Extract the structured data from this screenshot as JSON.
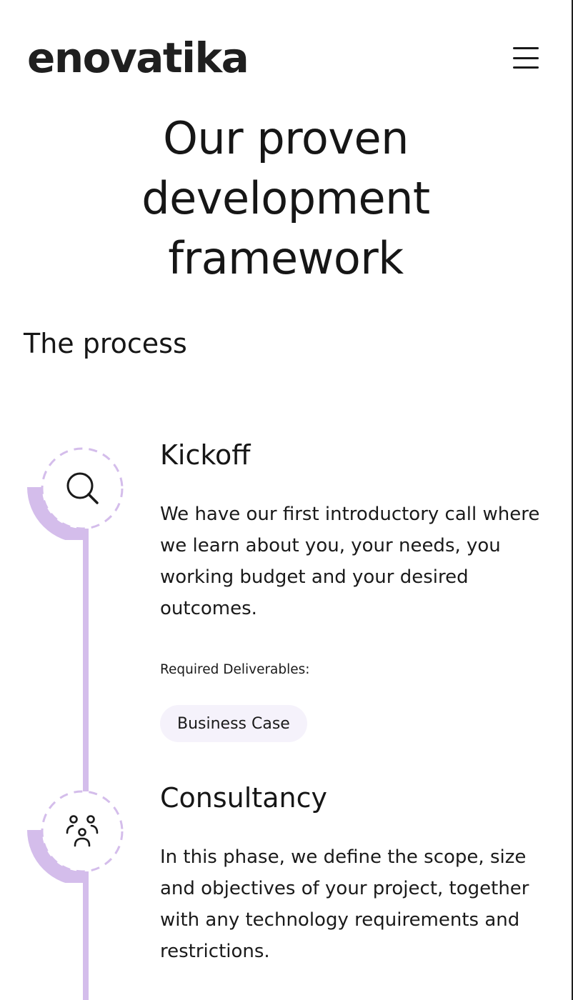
{
  "header": {
    "logo": "enovatika",
    "menu_icon": "hamburger-menu-icon"
  },
  "hero": {
    "title_lines": [
      "Our proven",
      "development",
      "framework"
    ]
  },
  "process": {
    "title": "The process",
    "steps": [
      {
        "icon": "search-icon",
        "title": "Kickoff",
        "description": "We have our first introductory call where we learn about you, your needs, you working budget and your desired outcomes.",
        "deliverables_label": "Required Deliverables:",
        "deliverables": [
          "Business Case"
        ]
      },
      {
        "icon": "people-group-icon",
        "title": "Consultancy",
        "description": "In this phase, we define the scope, size and objectives of your project, together with any technology requirements and restrictions."
      }
    ]
  },
  "colors": {
    "accent": "#d4bdeb",
    "chip_background": "#f5f2fb",
    "text": "#161616"
  }
}
